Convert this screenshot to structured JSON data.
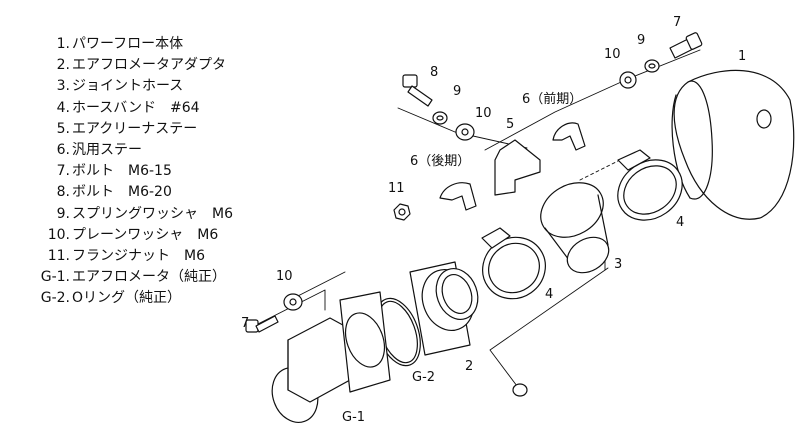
{
  "parts_list": [
    {
      "num": "1.",
      "name": "パワーフロー本体"
    },
    {
      "num": "2.",
      "name": "エアフロメータアダプタ"
    },
    {
      "num": "3.",
      "name": "ジョイントホース"
    },
    {
      "num": "4.",
      "name": "ホースバンド　#64"
    },
    {
      "num": "5.",
      "name": "エアクリーナステー"
    },
    {
      "num": "6.",
      "name": "汎用ステー"
    },
    {
      "num": "7.",
      "name": "ボルト　M6-15"
    },
    {
      "num": "8.",
      "name": "ボルト　M6-20"
    },
    {
      "num": "9.",
      "name": "スプリングワッシャ　M6"
    },
    {
      "num": "10.",
      "name": "プレーンワッシャ　M6"
    },
    {
      "num": "11.",
      "name": "フランジナット　M6"
    },
    {
      "num": "G-1.",
      "name": "エアフロメータ（純正）"
    },
    {
      "num": "G-2.",
      "name": "Oリング（純正）"
    }
  ],
  "callouts": {
    "c1": "1",
    "c2": "2",
    "c3": "3",
    "c4a": "4",
    "c4b": "4",
    "c5": "5",
    "c6a": "6（前期）",
    "c6b": "6（後期）",
    "c7a": "7",
    "c7b": "7",
    "c8": "8",
    "c9a": "9",
    "c9b": "9",
    "c10a": "10",
    "c10b": "10",
    "c10c": "10",
    "c11": "11",
    "cg1": "G-1",
    "cg2": "G-2"
  }
}
